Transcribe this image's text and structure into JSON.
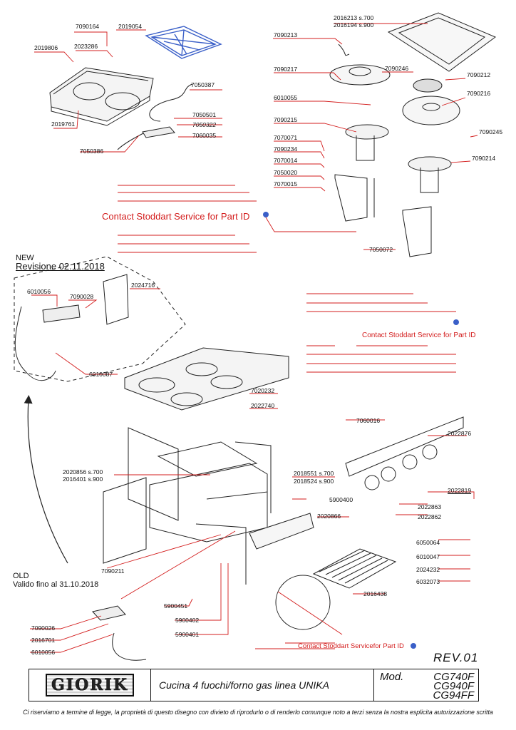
{
  "part_labels_left_top": [
    "7090164",
    "2019054",
    "2019806",
    "2023286",
    "2019761",
    "7050387",
    "7050501",
    "7050322",
    "7060035",
    "7050386"
  ],
  "part_labels_right_top": [
    "2016213 s.700",
    "2016194 s.900",
    "7090213",
    "7090217",
    "7090246",
    "7090212",
    "6010055",
    "7090216",
    "7090215",
    "7070071",
    "7090245",
    "7090234",
    "7070014",
    "7090214",
    "7050020",
    "7070015",
    "7050072"
  ],
  "part_labels_middle": [
    "6010056",
    "7090028",
    "2024716",
    "6010087"
  ],
  "part_labels_main": [
    "7020232",
    "2022740",
    "7060016",
    "2022876",
    "2020856 s.700",
    "2016401 s.900",
    "2018551 s.700",
    "2018524 s.900",
    "2022819",
    "2022863",
    "2022862",
    "5900400",
    "2020866",
    "6050064",
    "6010047",
    "2024232",
    "6032073",
    "7090211",
    "5900451",
    "2016438",
    "5900402",
    "5900401"
  ],
  "part_labels_old": [
    "7090026",
    "2016701",
    "6010056"
  ],
  "contact_notes": [
    "Contact Stoddart Service for Part ID",
    "Contact Stoddart Service for Part ID",
    "Contact Stoddart Servicefor Part ID"
  ],
  "notes": {
    "new_heading": "NEW",
    "new_revision": "Revisione 02.11.2018",
    "old_heading": "OLD",
    "old_valid": "Valido fino al 31.10.2018"
  },
  "revision": "REV.01",
  "title_block": {
    "brand": "GIORIK",
    "description": "Cucina 4 fuochi/forno gas linea UNIKA",
    "model_prefix": "Mod.",
    "models": [
      "CG740F",
      "CG940F",
      "CG94FF"
    ]
  },
  "disclaimer": "Ci riserviamo a termine di legge, la proprietà di questo disegno con divieto di riprodurlo o di renderlo comunque noto a terzi senza la nostra esplicita autorizzazione scritta",
  "colors": {
    "leader": "#d31c1c",
    "hilite": "#3a5fc8",
    "ink": "#222222"
  }
}
